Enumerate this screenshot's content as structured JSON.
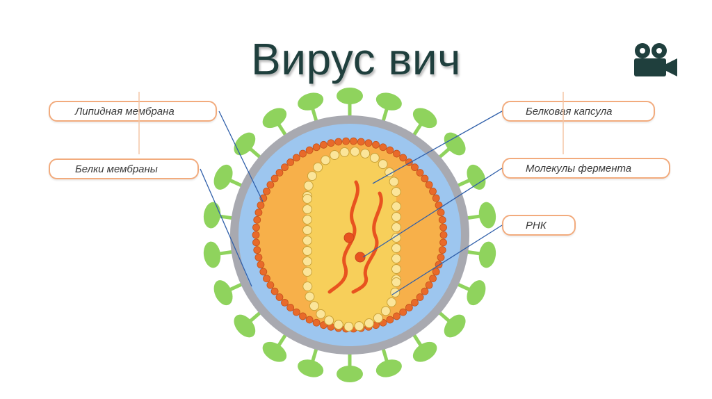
{
  "slide": {
    "title": "Вирус вич"
  },
  "labels": {
    "lipid_membrane": "Липидная мембрана",
    "membrane_proteins": "Белки мембраны",
    "protein_capsule": "Белковая капсула",
    "enzyme_molecules": "Молекулы фермента",
    "rna": "РНК"
  },
  "icons": {
    "video": "video-camera-icon"
  },
  "colors": {
    "title": "#1f3f3d",
    "label_border": "#f2ab7d",
    "outer_gray": "#a8a9b0",
    "blue_layer": "#9dc6ef",
    "orange_core": "#f7b04a",
    "inner_capsule": "#f7cf5a",
    "spike_green": "#8fd35d",
    "rna_red": "#e8531f",
    "pointer_line": "#2f5faa"
  }
}
